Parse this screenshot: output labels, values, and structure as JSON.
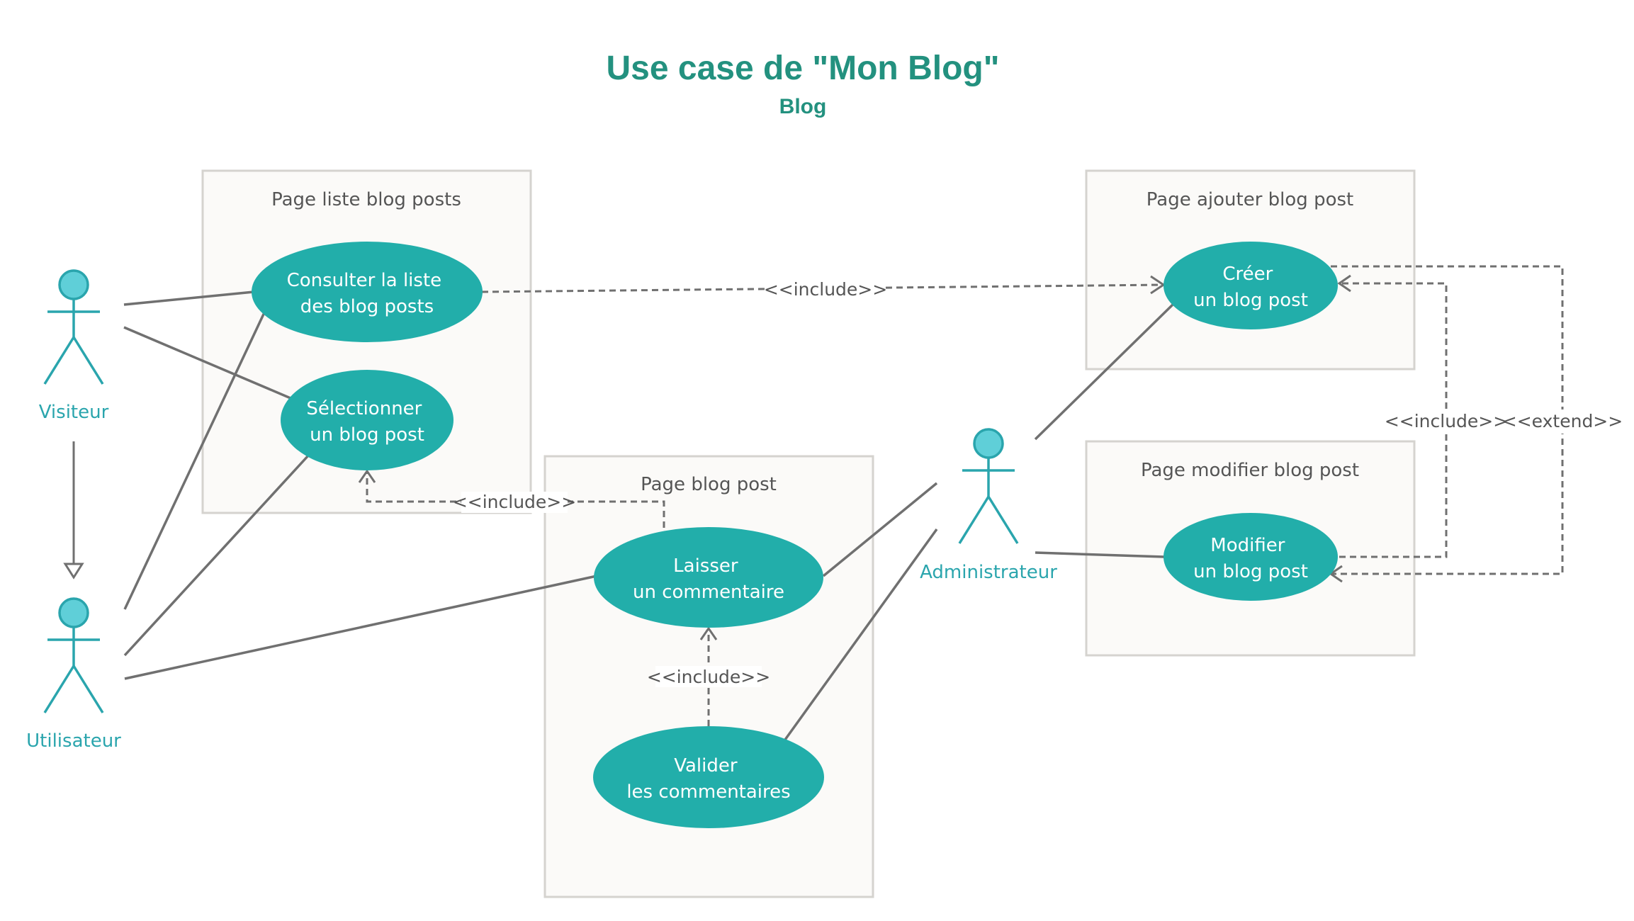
{
  "title": "Use case de \"Mon Blog\"",
  "subtitle": "Blog",
  "colors": {
    "title": "#23917f",
    "usecase_fill": "#22aeaa",
    "actor": "#2aa5ad",
    "actor_head": "#5fcfd8",
    "line": "#707070",
    "system_fill": "#fbfaf8",
    "system_border": "#d5d3cf"
  },
  "systems": {
    "liste": "Page liste blog posts",
    "post": "Page blog post",
    "ajouter": "Page ajouter blog post",
    "modifier": "Page modifier blog post"
  },
  "use_cases": {
    "consulter": [
      "Consulter la liste",
      "des blog posts"
    ],
    "selectionner": [
      "Sélectionner",
      "un blog post"
    ],
    "laisser": [
      "Laisser",
      "un commentaire"
    ],
    "valider": [
      "Valider",
      "les commentaires"
    ],
    "creer": [
      "Créer",
      "un blog post"
    ],
    "modifier": [
      "Modifier",
      "un blog post"
    ]
  },
  "actors": {
    "visiteur": "Visiteur",
    "utilisateur": "Utilisateur",
    "administrateur": "Administrateur"
  },
  "relations": {
    "include_consulter_creer": "<<include>>",
    "include_laisser_selectionner": "<<include>>",
    "include_valider_laisser": "<<include>>",
    "include_modifier_creer": "<<include>>",
    "extend_modifier_creer": "<<extend>>"
  }
}
